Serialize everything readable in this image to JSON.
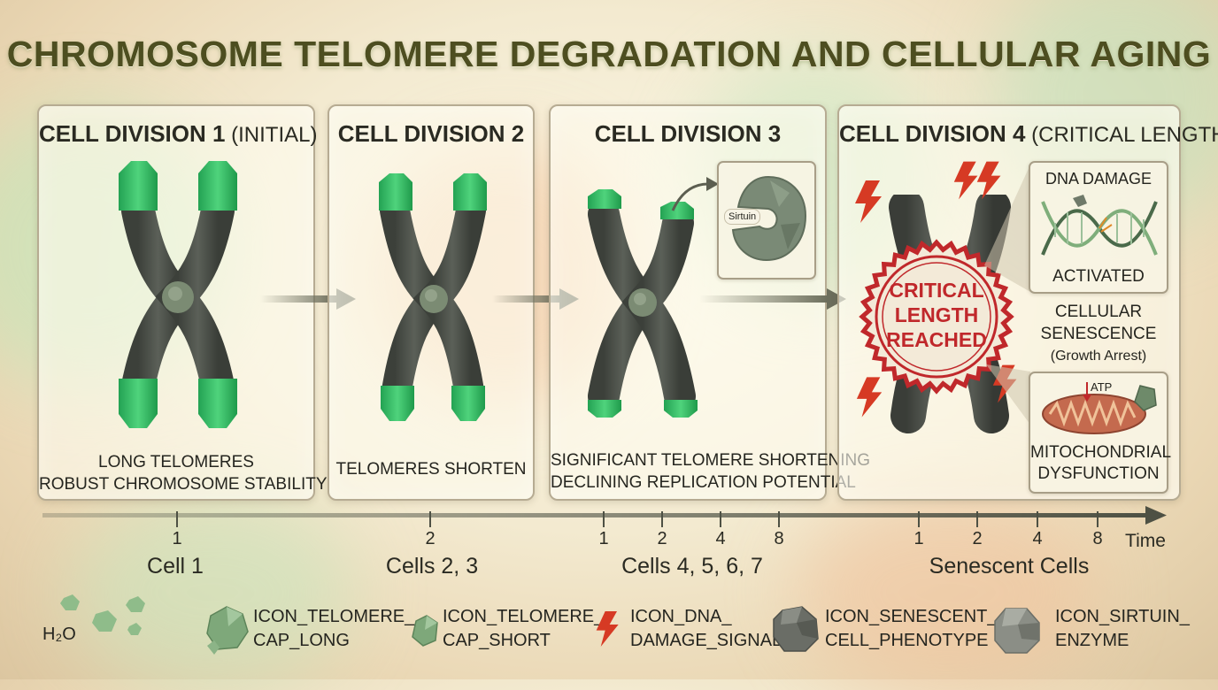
{
  "title": "CHROMOSOME TELOMERE DEGRADATION AND CELLULAR AGING",
  "panels": [
    {
      "title_main": "CELL DIVISION 1",
      "title_sub": " (INITIAL)",
      "caption_lines": [
        "LONG TELOMERES",
        "ROBUST CHROMOSOME STABILITY"
      ]
    },
    {
      "title_main": "CELL DIVISION 2",
      "title_sub": "",
      "caption_lines": [
        "TELOMERES SHORTEN"
      ]
    },
    {
      "title_main": "CELL DIVISION 3",
      "title_sub": "",
      "caption_lines": [
        "SIGNIFICANT TELOMERE SHORTENING",
        "DECLINING REPLICATION POTENTIAL"
      ]
    },
    {
      "title_main": "CELL DIVISION 4",
      "title_sub": " (CRITICAL LENGTH)",
      "caption_lines": []
    }
  ],
  "sirtuin_label": "Sirtuin",
  "stamp_lines": [
    "CRITICAL",
    "LENGTH",
    "REACHED"
  ],
  "dna_box": {
    "top": "DNA DAMAGE",
    "bottom": "ACTIVATED"
  },
  "senescence": {
    "line1": "CELLULAR",
    "line2": "SENESCENCE",
    "line3": "(Growth Arrest)"
  },
  "mito_box": {
    "atp": "ATP",
    "line1": "MITOCHONDRIAL",
    "line2": "DYSFUNCTION"
  },
  "timeline": {
    "axis_label": "Time",
    "ticks": [
      "1",
      "2",
      "1",
      "2",
      "4",
      "8",
      "1",
      "2",
      "4",
      "8"
    ],
    "groups": [
      "Cell 1",
      "Cells 2, 3",
      "Cells 4, 5, 6, 7",
      "Senescent Cells"
    ]
  },
  "water_label": "H₂O",
  "legend": [
    {
      "line1": "ICON_TELOMERE_",
      "line2": "CAP_LONG",
      "icon": "telomere-cap-long-icon"
    },
    {
      "line1": "ICON_TELOMERE_",
      "line2": "CAP_SHORT",
      "icon": "telomere-cap-short-icon"
    },
    {
      "line1": "ICON_DNA_",
      "line2": "DAMAGE_SIGNAL",
      "icon": "dna-damage-signal-icon"
    },
    {
      "line1": "ICON_SENESCENT_",
      "line2": "CELL_PHENOTYPE",
      "icon": "senescent-cell-phenotype-icon"
    },
    {
      "line1": "ICON_SIRTUIN_",
      "line2": "ENZYME",
      "icon": "sirtuin-enzyme-icon"
    }
  ],
  "colors": {
    "telomere_green": "#3bbf68",
    "chromatid_gray": "#4f534c",
    "stamp_red": "#c0282b",
    "signal_red": "#d63a24",
    "title_olive": "#4d4e20"
  }
}
